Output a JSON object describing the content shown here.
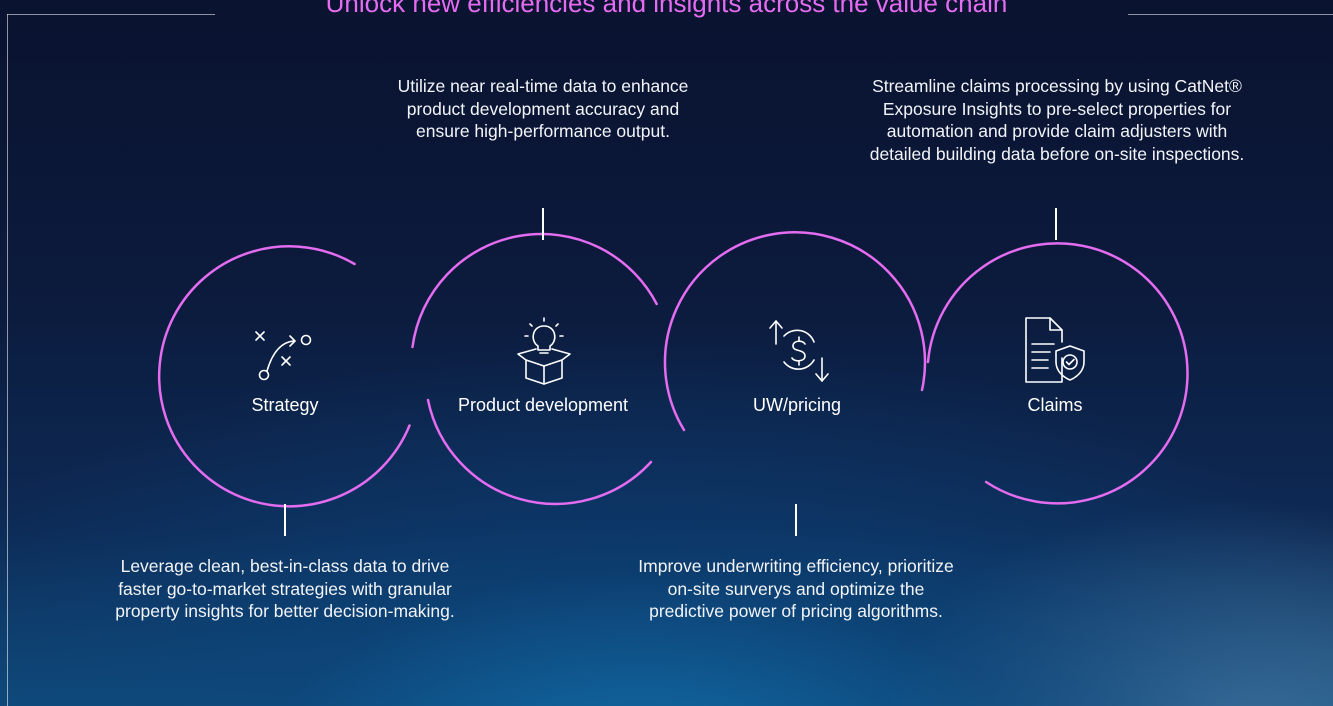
{
  "title": "Unlock new efficiencies and insights across the value chain",
  "nodes": [
    {
      "label": "Strategy",
      "icon": "strategy-play-icon",
      "description": "Leverage clean, best-in-class data to drive faster go-to-market strategies with granular property insights for better decision-making."
    },
    {
      "label": "Product development",
      "icon": "lightbulb-box-icon",
      "description": "Utilize near real-time data to enhance product development accuracy and ensure high-performance output."
    },
    {
      "label": "UW/pricing",
      "icon": "dollar-exchange-icon",
      "description": "Improve underwriting efficiency, prioritize on-site surverys and optimize the predictive power of pricing algorithms."
    },
    {
      "label": "Claims",
      "icon": "document-shield-icon",
      "description": "Streamline claims processing by using CatNet® Exposure Insights to pre-select properties for automation and provide claim adjusters with detailed building data before on-site inspections."
    }
  ],
  "colors": {
    "accent": "#E46CF0",
    "connector": "#FFFFFF",
    "text": "#FFFFFF"
  }
}
